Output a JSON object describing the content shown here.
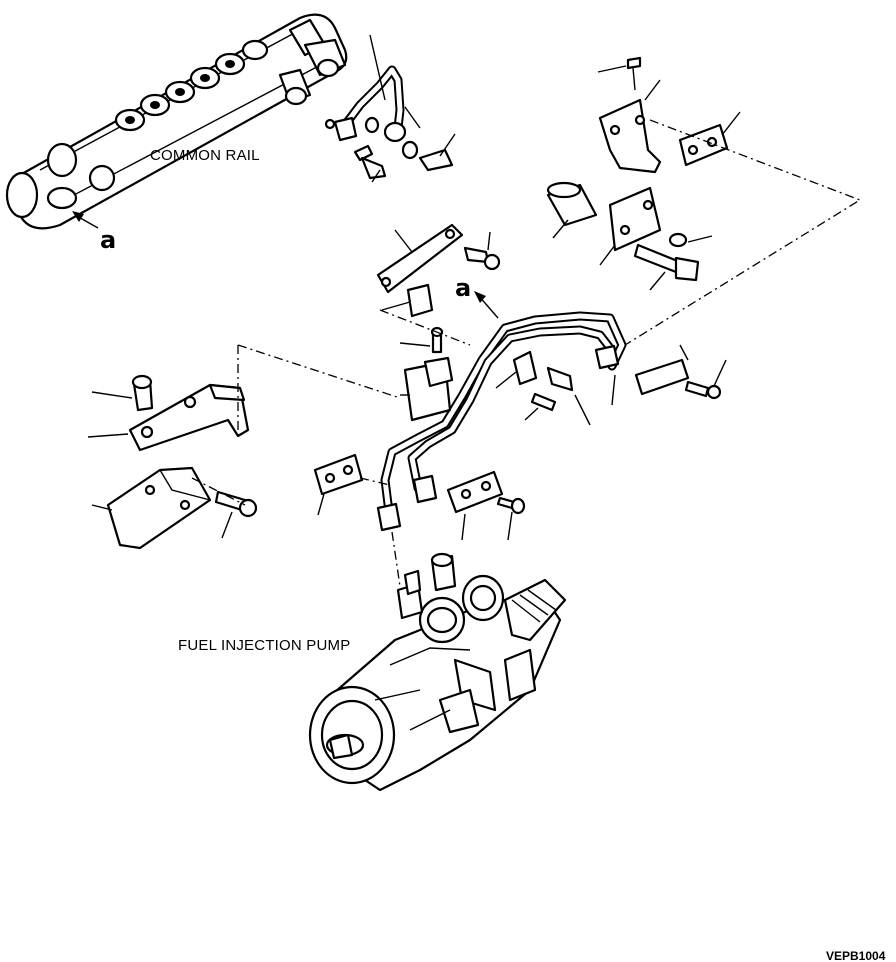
{
  "labels": {
    "common_rail": "COMMON RAIL",
    "fuel_injection_pump": "FUEL INJECTION PUMP",
    "ref_mark": "a",
    "drawing_code": "VEPB1004"
  }
}
